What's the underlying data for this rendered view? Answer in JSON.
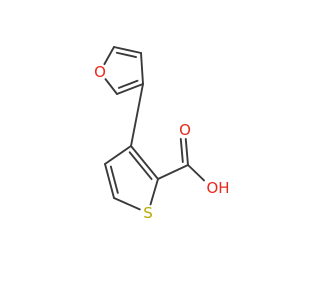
{
  "molecule": {
    "atoms": {
      "furan_oxygen": {
        "symbol": "O",
        "color": "#e8291c"
      },
      "thiophene_sulfur": {
        "symbol": "S",
        "color": "#b8a800"
      },
      "carbonyl_oxygen": {
        "symbol": "O",
        "color": "#e8291c"
      },
      "hydroxyl": {
        "symbol": "OH",
        "color": "#e8291c"
      }
    },
    "bond_color": "#3a3a3a"
  }
}
